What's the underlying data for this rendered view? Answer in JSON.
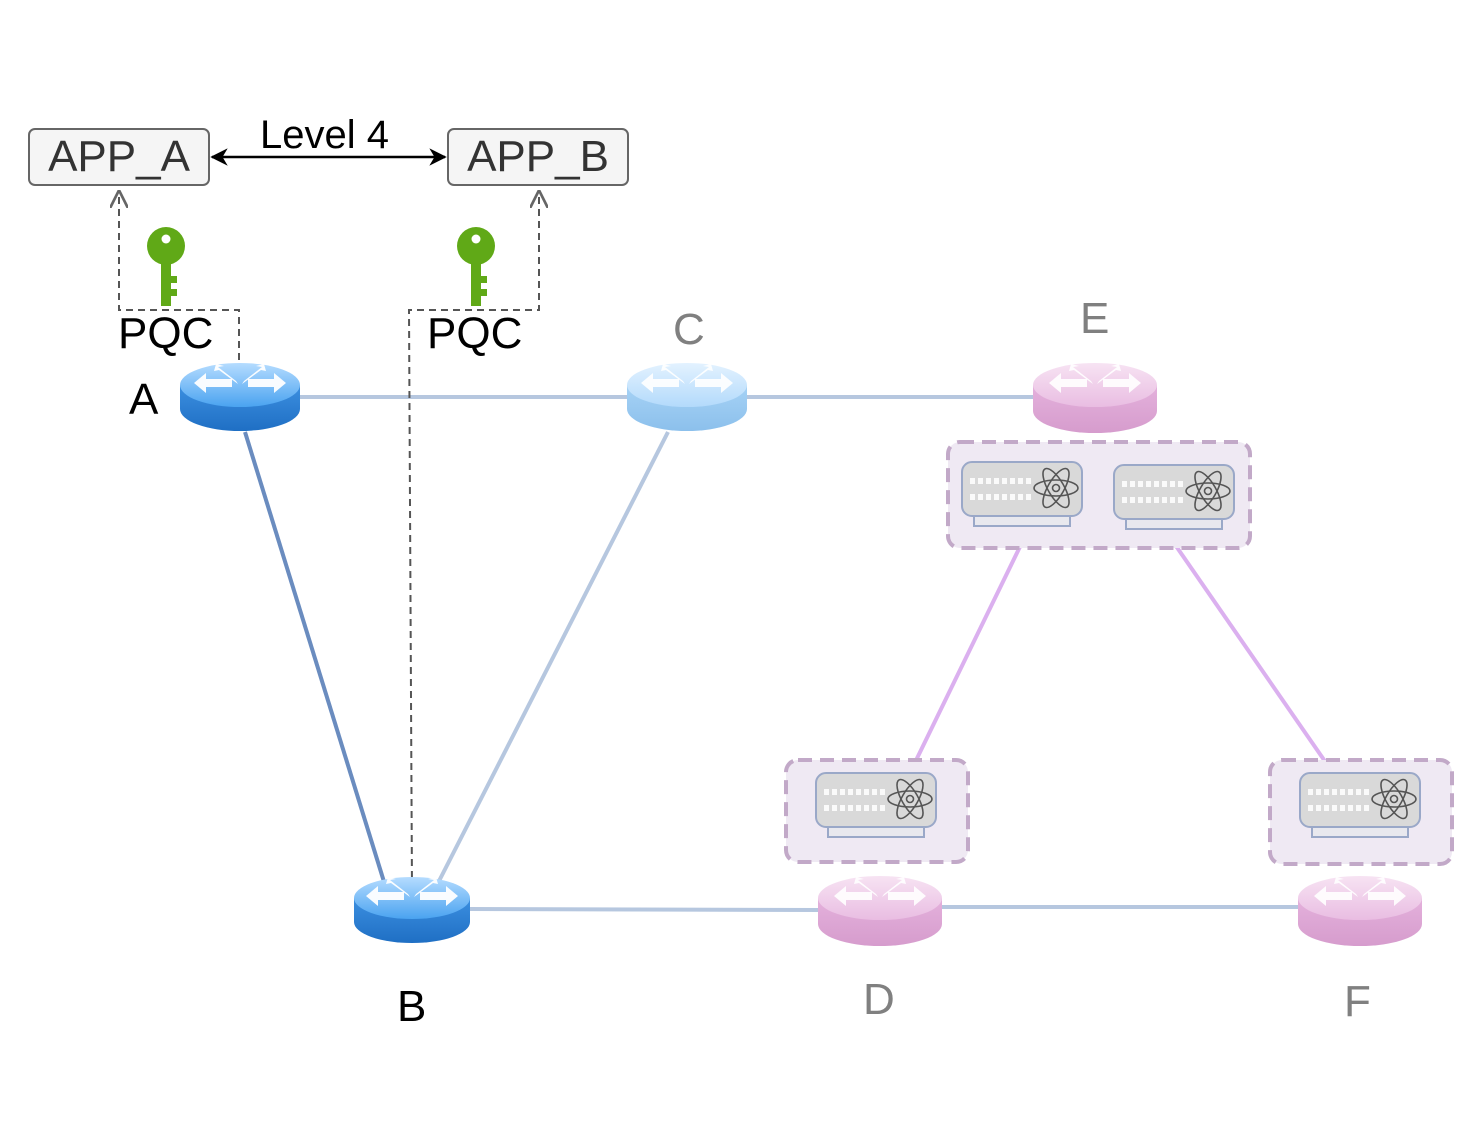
{
  "apps": {
    "a": {
      "label": "APP_A"
    },
    "b": {
      "label": "APP_B"
    }
  },
  "link": {
    "label": "Level 4"
  },
  "pqc": {
    "left": "PQC",
    "right": "PQC"
  },
  "nodes": {
    "a": {
      "label": "A",
      "kind": "router-icon",
      "state": "active"
    },
    "b": {
      "label": "B",
      "kind": "router-icon",
      "state": "active"
    },
    "c": {
      "label": "C",
      "kind": "router-icon",
      "state": "faded"
    },
    "d": {
      "label": "D",
      "kind": "router-icon",
      "state": "quantum-faded"
    },
    "e": {
      "label": "E",
      "kind": "router-icon",
      "state": "quantum-faded"
    },
    "f": {
      "label": "F",
      "kind": "router-icon",
      "state": "quantum-faded"
    }
  },
  "quantum_devices": {
    "icon": "atom-icon",
    "groups": [
      {
        "node": "E",
        "devices": 2
      },
      {
        "node": "D",
        "devices": 1
      },
      {
        "node": "F",
        "devices": 1
      }
    ]
  },
  "key_icon": "key-icon",
  "colors": {
    "router_blue": "#3d96e6",
    "router_light": "#a9d3f7",
    "router_pink": "#e6b3de",
    "link_dark": "#6a8cbf",
    "link_light": "#b6c7df",
    "quantum_link": "#dbb0ef",
    "key_green": "#60a917",
    "group_fill": "#efe9f3",
    "group_border": "#c2a9c8"
  }
}
